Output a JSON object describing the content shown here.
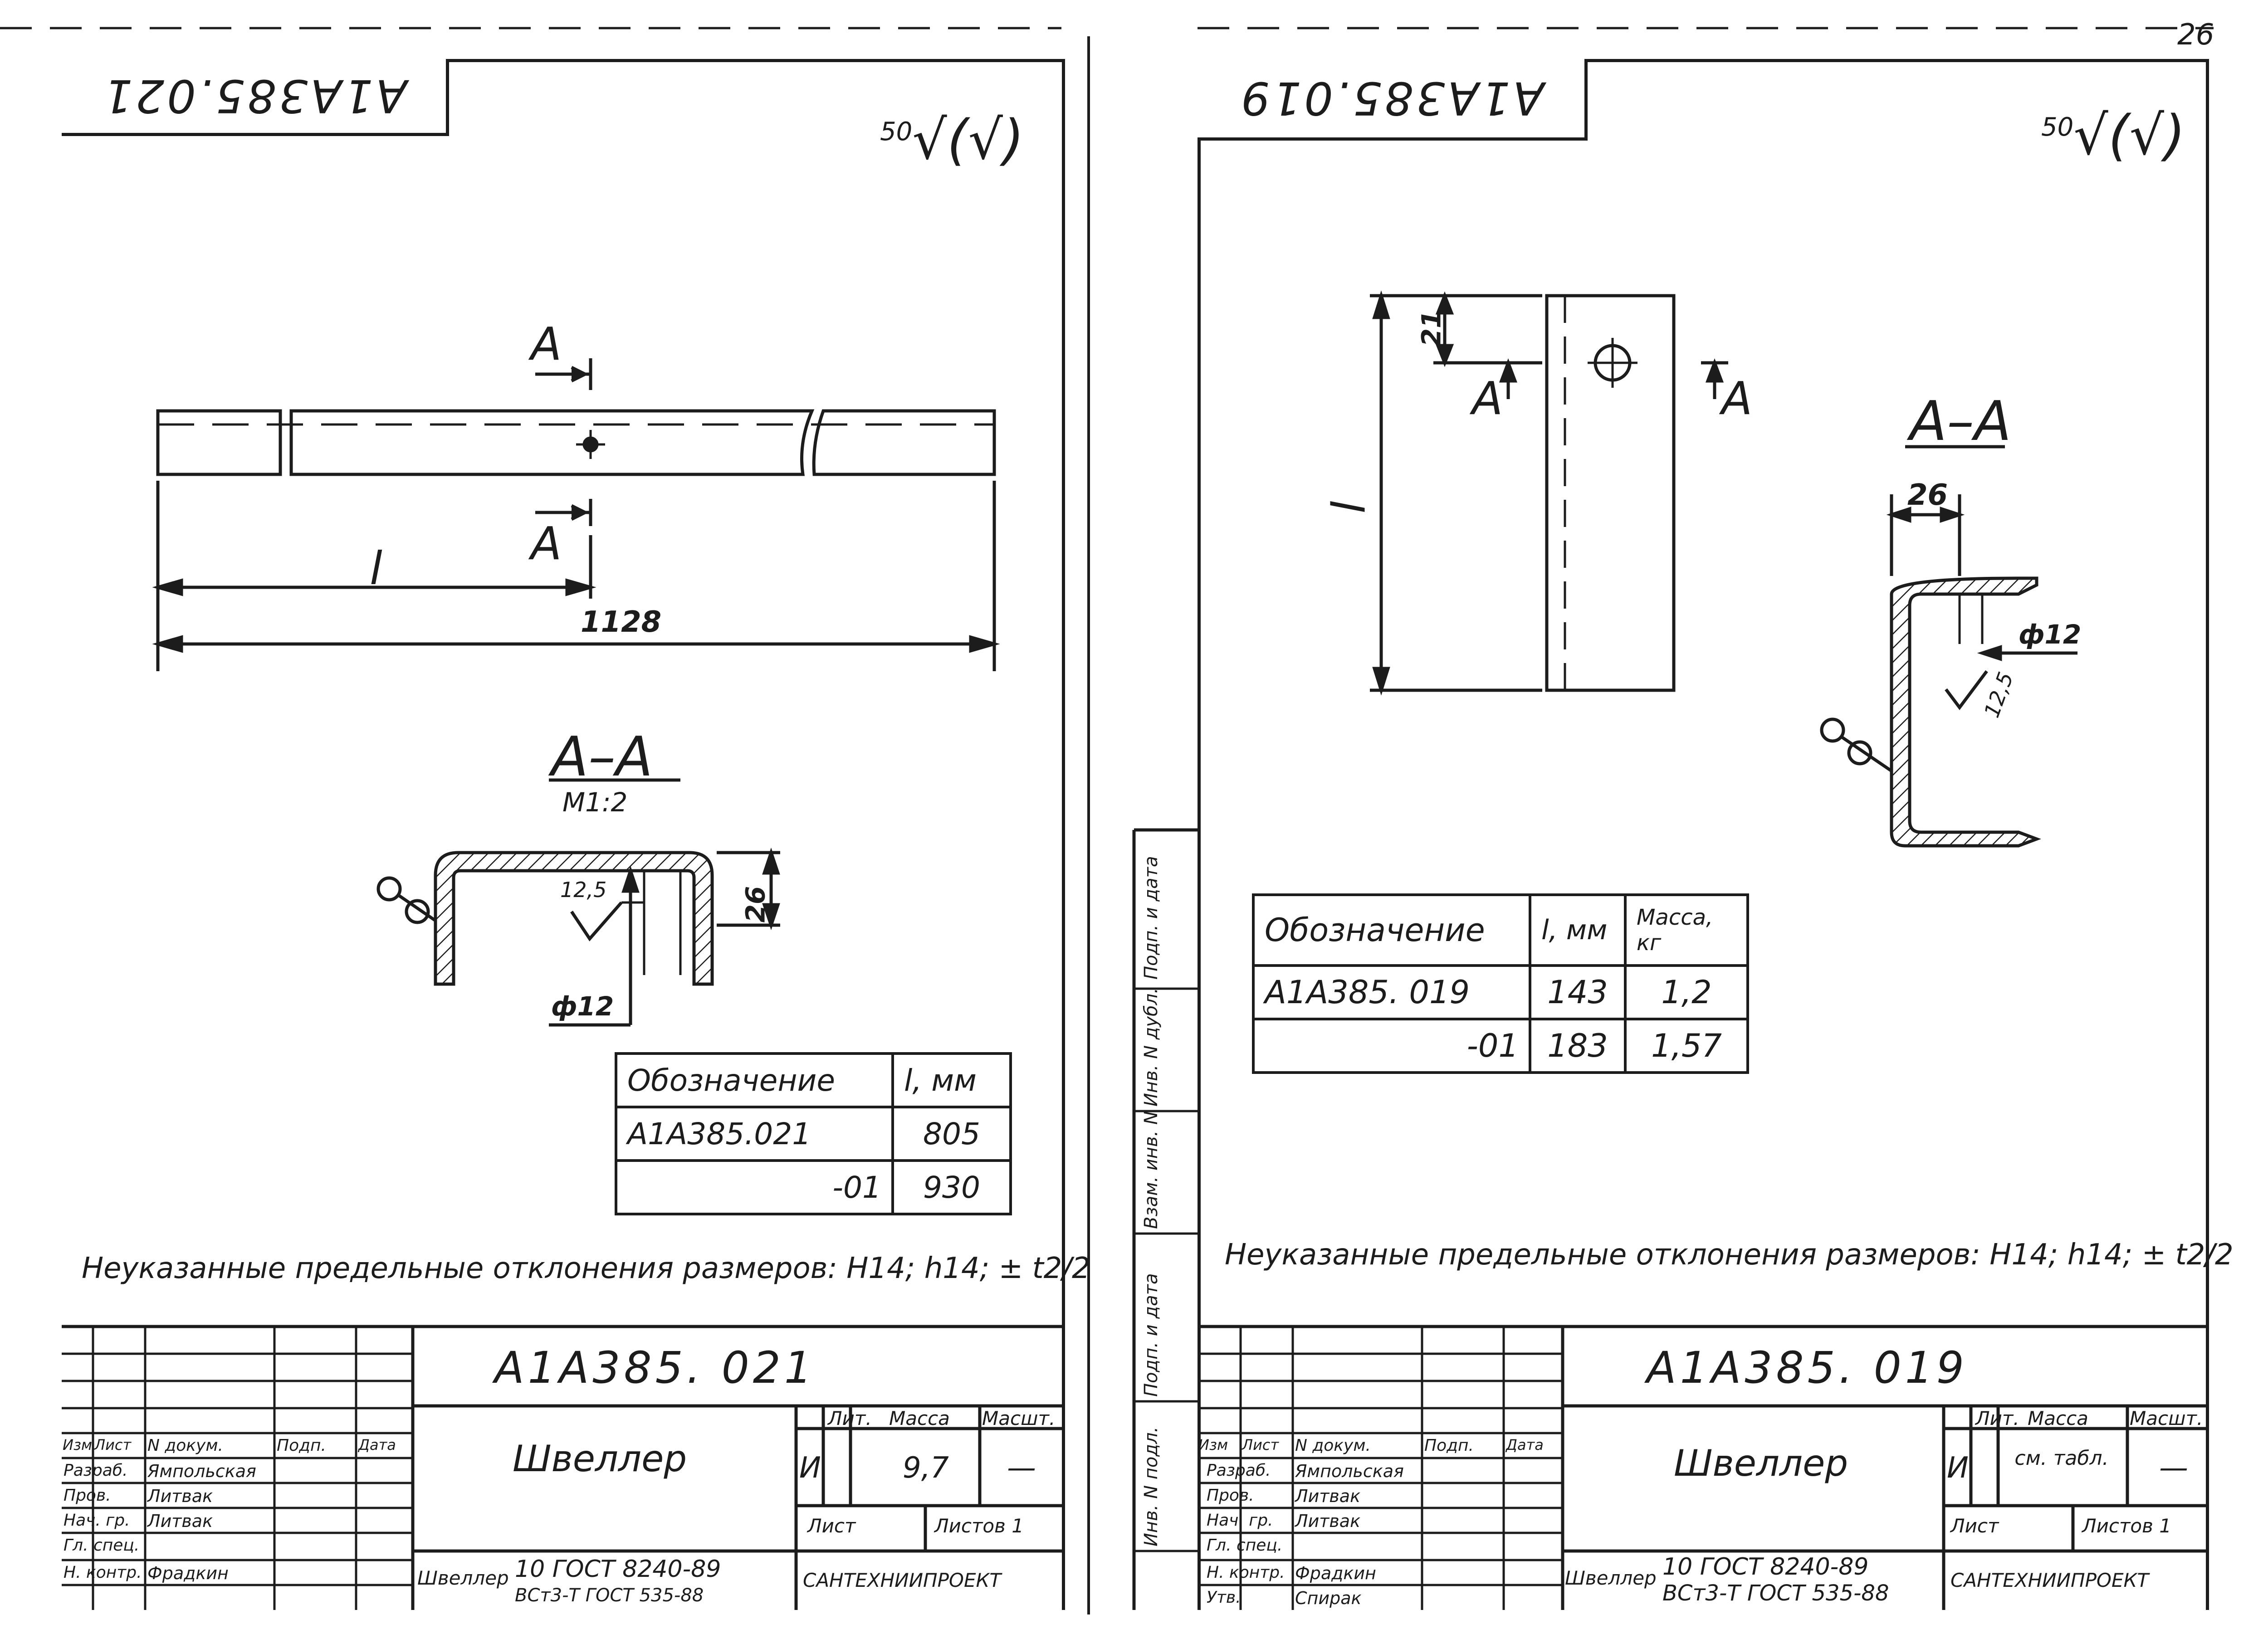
{
  "left": {
    "code_rotated": "А1А385.021",
    "roughness": "50",
    "roughness_suffix": "(√)",
    "section_mark": "А",
    "section_title": "А–А",
    "section_scale": "М1:2",
    "dim_l": "l",
    "dim_total": "1128",
    "dim_26": "26",
    "dim_125": "12,5",
    "dim_d12": "ф12",
    "table": {
      "headers": [
        "Обозначение",
        "l, мм"
      ],
      "rows": [
        [
          "А1А385.021",
          "805"
        ],
        [
          "-01",
          "930"
        ]
      ]
    },
    "note": "Неуказанные предельные отклонения размеров: Н14; h14; ± t2/2",
    "stamp": {
      "code": "А1А385. 021",
      "name": "Швеллер",
      "material_line1": "10 ГОСТ 8240-89",
      "material_line2": "ВСт3-Т ГОСТ 535-88",
      "material_prefix": "Швеллер",
      "lit": "И",
      "mass": "9,7",
      "scale": "—",
      "lit_h": "Лит.",
      "mass_h": "Масса",
      "scale_h": "Масшт.",
      "sheet_h": "Лист",
      "sheets_h": "Листов 1",
      "org": "САНТЕХНИИПРОЕКТ",
      "cols": [
        "Изм",
        "Лист",
        "N докум.",
        "Подп.",
        "Дата"
      ],
      "roles": [
        "Разраб.",
        "Пров.",
        "Нач. гр.",
        "Гл. спец.",
        "Н. контр."
      ],
      "people": [
        "Ямпольская",
        "Литвак",
        "Литвак",
        "",
        "Фрадкин"
      ]
    }
  },
  "right": {
    "code_rotated": "А1А385.019",
    "roughness": "50",
    "roughness_suffix": "(√)",
    "section_mark": "А",
    "section_title": "А–А",
    "dim_l": "l",
    "dim_21": "21",
    "dim_26": "26",
    "dim_125": "12,5",
    "dim_d12": "ф12",
    "table": {
      "headers": [
        "Обозначение",
        "l, мм",
        "Масса, кг"
      ],
      "rows": [
        [
          "А1А385. 019",
          "143",
          "1,2"
        ],
        [
          "-01",
          "183",
          "1,57"
        ]
      ]
    },
    "note": "Неуказанные предельные отклонения размеров: Н14; h14; ± t2/2",
    "stamp": {
      "code": "А1А385. 019",
      "name": "Швеллер",
      "material_line1": "10 ГОСТ 8240-89",
      "material_line2": "ВСт3-Т ГОСТ 535-88",
      "material_prefix": "Швеллер",
      "lit": "И",
      "mass": "см. табл.",
      "scale": "—",
      "lit_h": "Лит.",
      "mass_h": "Масса",
      "scale_h": "Масшт.",
      "sheet_h": "Лист",
      "sheets_h": "Листов 1",
      "org": "САНТЕХНИИПРОЕКТ",
      "cols": [
        "Изм",
        "Лист",
        "N докум.",
        "Подп.",
        "Дата"
      ],
      "roles": [
        "Разраб.",
        "Пров.",
        "Нач. гр.",
        "Гл. спец.",
        "Н. контр.",
        "Утв."
      ],
      "people": [
        "Ямпольская",
        "Литвак",
        "Литвак",
        "",
        "Фрадкин",
        "Спирак"
      ]
    },
    "side_strip": [
      "Подп. и дата",
      "Инв. N дубл.",
      "Взам. инв. N",
      "Подп. и дата",
      "Инв. N подл."
    ]
  },
  "page_number": "26"
}
